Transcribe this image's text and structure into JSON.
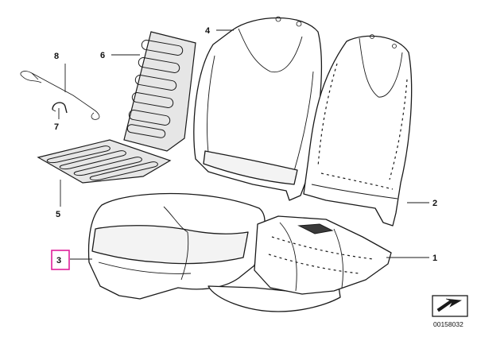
{
  "callouts": {
    "c1": "1",
    "c2": "2",
    "c3": "3",
    "c4": "4",
    "c5": "5",
    "c6": "6",
    "c7": "7",
    "c8": "8"
  },
  "highlighted_callout": "3",
  "reference_number": "00158032",
  "colors": {
    "highlight": "#e0209a",
    "line": "#1a1a1a",
    "panel_fill": "#e6e6e6"
  },
  "icons": {
    "navigation": "arrow-down-left-icon"
  }
}
